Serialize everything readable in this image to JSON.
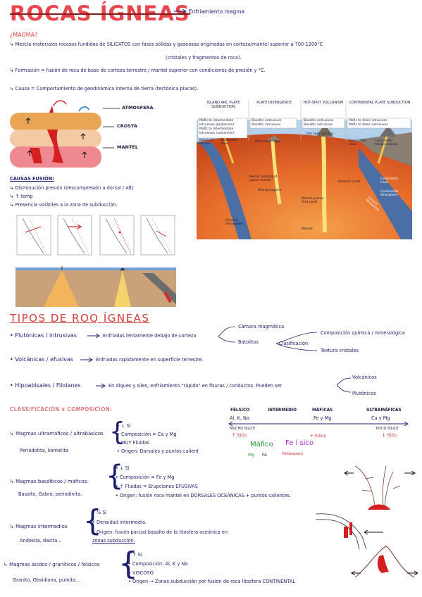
{
  "title": "ROCAS ÍGNEAS",
  "title_note": "Enfriamiento magma",
  "magma_heading": "¿MAGMA?",
  "magma_def_1": "↳ Mezcla materiales rocosos fundidos de SILICATOS con fases sólidas y gaseosas originadas en corteza/mantel superior a 700-1200°C",
  "magma_def_2": "(cristales y fragmentos de roca).",
  "formacion": "↳ Formación = fusión de roca de base de corteza terrestre / mantel superior con condiciones de presión y °C.",
  "causa": "↳ Causa = Comportamiento de geodinámica interna de tierra (tectónica placas).",
  "layers": {
    "atmosfera": "ATMOSFERA",
    "corteza": "CROSTA",
    "manto": "MANTEL"
  },
  "causas_heading": "CAUSAS FUSIÓN:",
  "causas": [
    "↳ Disminución presión (descompresión a dorsal / Aft)",
    "↳ ↑ temp",
    "↳ Presencia volátiles a la zona de subducción."
  ],
  "tectonic": {
    "headers": [
      "ISLAND ARC PLATE SUBDUCTION",
      "PLATE DIVERGENCE",
      "HOT-SPOT VOLCANISM",
      "CONTINENTAL PLATE SUBDUCTION"
    ],
    "col1": [
      "Mafic to intermediate",
      "intrusives (plutonism)",
      "Mafic to intermediate",
      "intrusives (volcanism)"
    ],
    "col2": [
      "Basaltic extrusives",
      "Basaltic intrusives"
    ],
    "col3": [
      "Basaltic extrusives",
      "Basaltic intrusives"
    ],
    "col4": [
      "Mafic to felsic intrusives",
      "Mafic to felsic extrusives"
    ],
    "labels": {
      "island": "Island arc volcano",
      "subzone": "Subduction zone",
      "ridge": "Mid-ocean ridge",
      "hotspot": "Hot spot volcano",
      "partial": "Partial melting of upper mantle",
      "rising": "Rising magma",
      "plume": "Mantle plume (hot spot)",
      "crust": "Oceanic crust",
      "oceanic": "Oceanic lithosphere",
      "mantle": "Mantle",
      "subzone2": "Subduction zone",
      "contvolc": "Continental margin volcano",
      "contcrust": "Continental crust",
      "contlith": "Continental lithosphere",
      "oceanlith2": "Oceanic lithosphere"
    }
  },
  "tipos_heading": "TIPOS DE ROQ ÍGNEAS",
  "tipos": {
    "plutonicas": "• Plutónicas / intrusivas",
    "plutonicas_desc": "Enfriadas lentamente debajo de corteza",
    "camara": "Cámara magmática",
    "batolitos": "Batolitos",
    "clasificacion": "Clasificación",
    "comp": "Composición química / mineralógica",
    "textura": "Textura cristales",
    "volcanicas": "• Volcánicas / efusivas",
    "volcanicas_desc": "Enfriadas rapidamente en superficie terrestre.",
    "hipo": "• Hipoabisales / Filoianes",
    "hipo_desc": "En diques y siles, enfriamiento \"rápido\" en fisuras / conductos. Pueden ser",
    "volcanicos": "Volcánicos",
    "plutonicos": "Plutónicos"
  },
  "clasif_heading": "CLASSIFICACIÓN x COMPOSICIÓN:",
  "scale": {
    "felsic": "FÉLSICO",
    "inter": "INTERMEDIO",
    "mafic": "MÁFICAS",
    "ultra": "ULTRAMÁFICAS",
    "felsic_el": "Al, K, Na",
    "mafic_el": "Fe y Mg",
    "ultra_el": "Ca y Mg",
    "mucho": "MUCHO SÍLICE",
    "poco": "POCO SÍLICE",
    "sio2_up": "↑ SiO₂",
    "sio2_down": "↓ SiO₂",
    "silice": "+ Sílice",
    "mafico": "Máfico",
    "felsico": "Fe l sico",
    "mg": "Mg",
    "fe": "Fe",
    "feldes": "Feldespato"
  },
  "magmas": [
    {
      "name": "↳ Magmas ultramáficos / ultrabásicos",
      "ex": "Periodotita, komatita",
      "props": [
        "• ↓ Si",
        "• Composición = Ca y Mg",
        "• MUY Fluidas",
        "• Origen: Dorsales y puntos calient"
      ]
    },
    {
      "name": "↳ Magmas basálticos / máficos:",
      "ex": "Basalto, Gabro, periodinita.",
      "props": [
        "• ↓ Si",
        "• Composición = Fe y Mg",
        "• ↑ Fluidas = Erupciones EFUSIVAS",
        "• Origen: fusión roca mantel en DORSALES OCEÁNICAS + puntos calientes."
      ]
    },
    {
      "name": "↳ Magmas intermedios",
      "ex": "Andesita, dacita...",
      "props": [
        "• ½ Si",
        "• Densidad intermedia.",
        "• Origen: fusión parcial basalto de la litosfera oceánica en",
        "  zonas subducción."
      ]
    },
    {
      "name": "↳ Magmas ácidos / graníticos / félsicos",
      "ex": "Granito, Obsidiana, pumita...",
      "props": [
        "• ↑ Si",
        "• Composición: Al, K y Na",
        "• VISCOSO",
        "• Origen → Zonas subducción por fusión de roca litosfera CONTINENTAL"
      ]
    }
  ]
}
